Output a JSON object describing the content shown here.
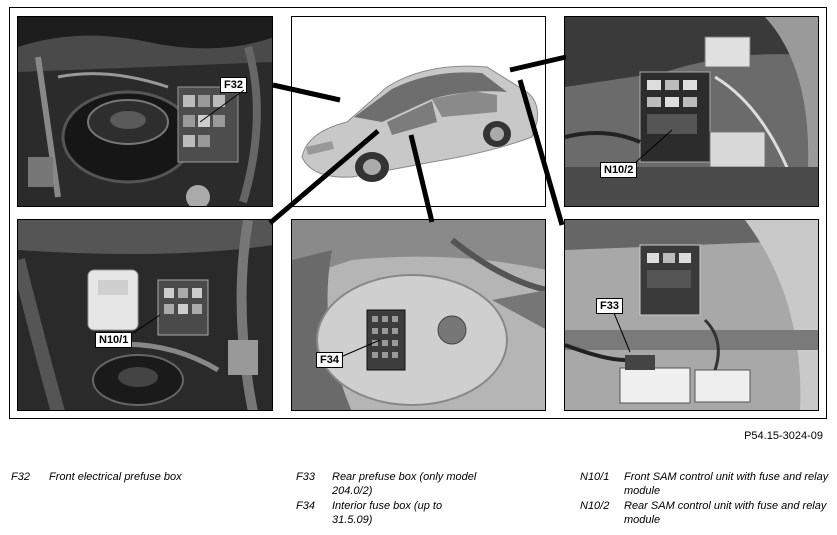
{
  "figure": {
    "code": "P54.15-3024-09"
  },
  "callouts": {
    "f32": "F32",
    "n10_2": "N10/2",
    "n10_1": "N10/1",
    "f34": "F34",
    "f33": "F33"
  },
  "legend": [
    {
      "code": "F32",
      "text": "Front electrical prefuse box"
    },
    {
      "code": "F33",
      "text": "Rear prefuse box (only model 204.0/2)"
    },
    {
      "code": "F34",
      "text": "Interior fuse box (up to 31.5.09)"
    },
    {
      "code": "N10/1",
      "text": "Front SAM control unit with fuse and relay module"
    },
    {
      "code": "N10/2",
      "text": "Rear SAM control unit with fuse and relay module"
    }
  ],
  "colors": {
    "car_body": "#c8c8c8",
    "photo_dark": "#333333",
    "photo_mid": "#7a7a7a"
  }
}
